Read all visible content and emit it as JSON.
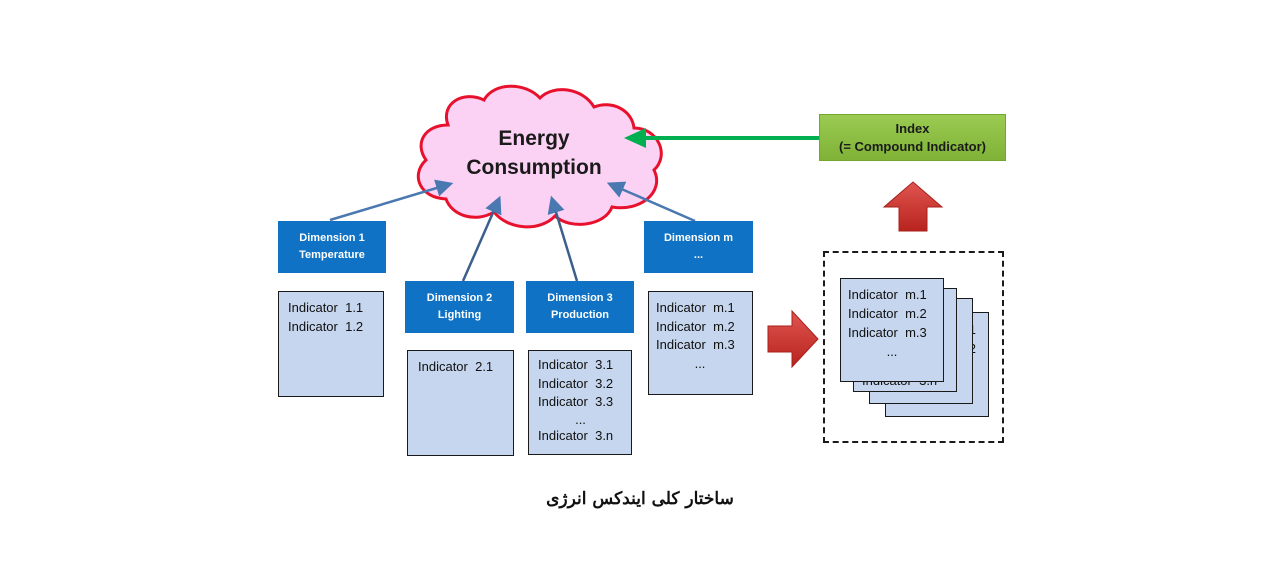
{
  "cloud": {
    "line1": "Energy",
    "line2": "Consumption"
  },
  "index_box": {
    "line1": "Index",
    "line2": "(= Compound Indicator)"
  },
  "dimensions": [
    {
      "title": "Dimension 1",
      "subtitle": "Temperature"
    },
    {
      "title": "Dimension 2",
      "subtitle": "Lighting"
    },
    {
      "title": "Dimension 3",
      "subtitle": "Production"
    },
    {
      "title": "Dimension m",
      "subtitle": "..."
    }
  ],
  "indicator_groups": [
    [
      "Indicator  1.1",
      "Indicator  1.2"
    ],
    [
      "Indicator  2.1"
    ],
    [
      "Indicator  3.1",
      "Indicator  3.2",
      "Indicator  3.3",
      "...",
      "Indicator  3.n"
    ],
    [
      "Indicator  m.1",
      "Indicator  m.2",
      "Indicator  m.3",
      "..."
    ]
  ],
  "stack_front": [
    "Indicator  m.1",
    "Indicator  m.2",
    "Indicator  m.3",
    "..."
  ],
  "stack_back_fragments": {
    "row1": "1",
    "row2": "2",
    "row3": "3",
    "bottom": "Indicator  3.n"
  },
  "caption": "ساختار کلی ایندکس انرژی",
  "colors": {
    "dimension_fill": "#0f72c4",
    "indicator_fill": "#c5d6ee",
    "cloud_fill": "#fcd2f4",
    "cloud_stroke": "#e8112d",
    "index_fill": "#8cc043",
    "green_arrow": "#00b050",
    "red_arrow": "#c0302a",
    "connector": "#4a78b0"
  }
}
